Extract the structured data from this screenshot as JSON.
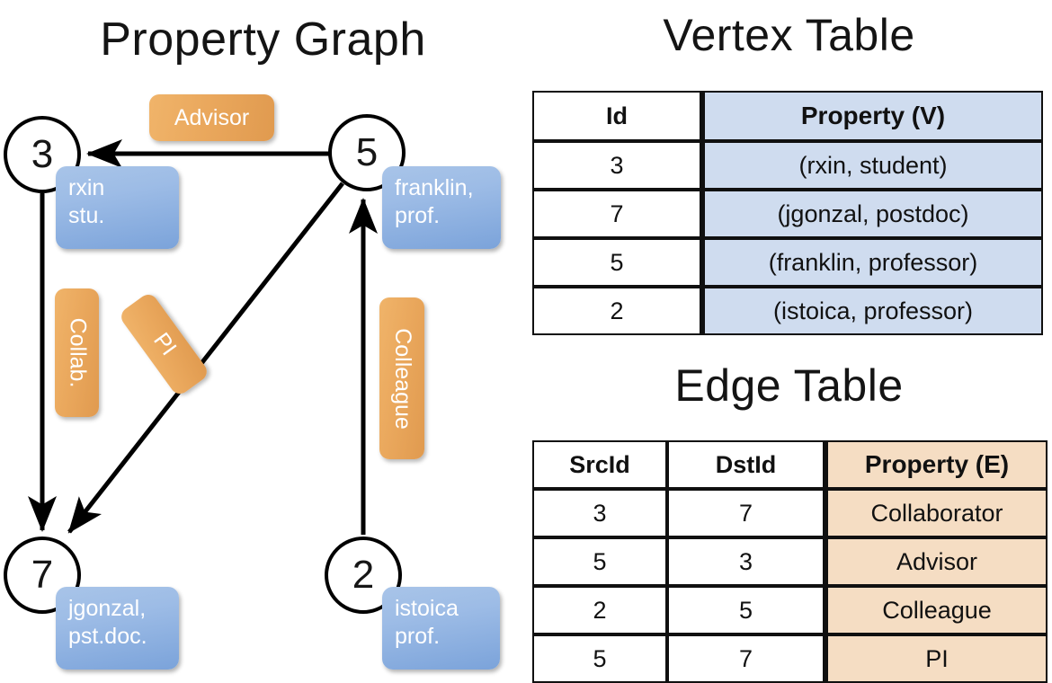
{
  "titles": {
    "property_graph": "Property Graph",
    "vertex_table": "Vertex Table",
    "edge_table": "Edge Table"
  },
  "graph": {
    "nodes": [
      {
        "id": "3",
        "property": "rxin\nstu."
      },
      {
        "id": "5",
        "property": "franklin,\nprof."
      },
      {
        "id": "7",
        "property": "jgonzal,\npst.doc."
      },
      {
        "id": "2",
        "property": "istoica\nprof."
      }
    ],
    "node_labels": {
      "n3": "3",
      "n5": "5",
      "n7": "7",
      "n2": "2"
    },
    "node_props": {
      "rxin_line1": "rxin",
      "rxin_line2": "stu.",
      "franklin_line1": "franklin,",
      "franklin_line2": "prof.",
      "jgonzal_line1": "jgonzal,",
      "jgonzal_line2": "pst.doc.",
      "istoica_line1": "istoica",
      "istoica_line2": "prof."
    },
    "edge_labels": {
      "advisor": "Advisor",
      "collab": "Collab.",
      "pi": "PI",
      "colleague": "Colleague"
    },
    "edges": [
      {
        "from": "5",
        "to": "3",
        "label": "Advisor"
      },
      {
        "from": "3",
        "to": "7",
        "label": "Collab."
      },
      {
        "from": "5",
        "to": "7",
        "label": "PI"
      },
      {
        "from": "2",
        "to": "5",
        "label": "Colleague"
      }
    ]
  },
  "vertex_table": {
    "headers": [
      "Id",
      "Property (V)"
    ],
    "rows": [
      {
        "id": "3",
        "property": "(rxin, student)"
      },
      {
        "id": "7",
        "property": "(jgonzal, postdoc)"
      },
      {
        "id": "5",
        "property": "(franklin, professor)"
      },
      {
        "id": "2",
        "property": "(istoica, professor)"
      }
    ],
    "header_fill": "#cfdcef"
  },
  "edge_table": {
    "headers": [
      "SrcId",
      "DstId",
      "Property (E)"
    ],
    "rows": [
      {
        "src": "3",
        "dst": "7",
        "property": "Collaborator"
      },
      {
        "src": "5",
        "dst": "3",
        "property": "Advisor"
      },
      {
        "src": "2",
        "dst": "5",
        "property": "Colleague"
      },
      {
        "src": "5",
        "dst": "7",
        "property": "PI"
      }
    ],
    "header_fill": "#f5ddc3"
  },
  "colors": {
    "vertex_property_fill": "#cfdcef",
    "edge_property_fill": "#f5ddc3",
    "node_box_blue": "#9dbce6",
    "edge_label_orange": "#eaa85d",
    "stroke": "#101010"
  }
}
